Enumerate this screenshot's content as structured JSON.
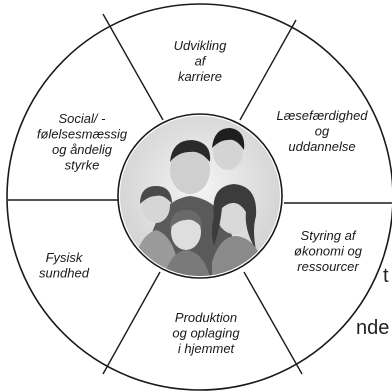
{
  "wheel": {
    "segments": [
      {
        "lines": [
          "Udvikling",
          "af",
          "karriere"
        ]
      },
      {
        "lines": [
          "Læsefærdighed",
          "og",
          "uddannelse"
        ]
      },
      {
        "lines": [
          "Styring af",
          "økonomi og",
          "ressourcer"
        ]
      },
      {
        "lines": [
          "Produktion",
          "og oplaging",
          "i hjemmet"
        ]
      },
      {
        "lines": [
          "Fysisk",
          "sundhed"
        ]
      },
      {
        "lines": [
          "Social/ -",
          "følelsesmæssig",
          "og åndelig",
          "styrke"
        ]
      }
    ],
    "center_image": "family-portrait-photo"
  },
  "background_text": {
    "fragment_1": "t",
    "fragment_2": "nde"
  }
}
